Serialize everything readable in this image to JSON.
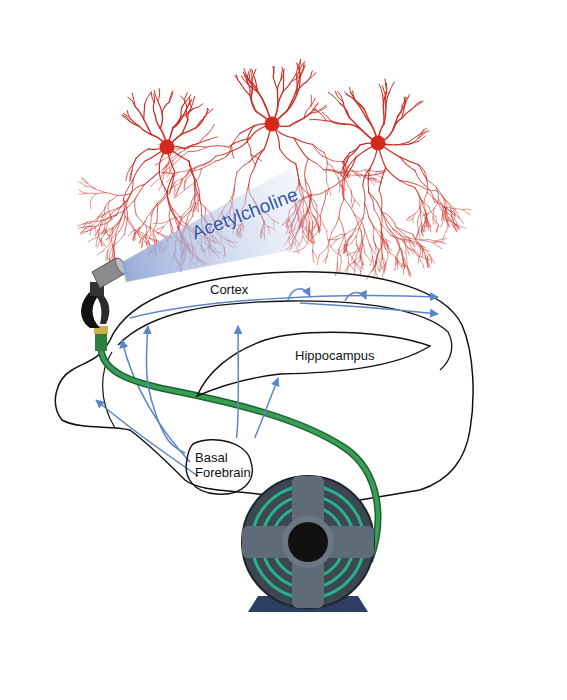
{
  "diagram": {
    "nodes": [
      {
        "text": [
          "Cortex"
        ]
      },
      {
        "text": [
          "Hippocampus"
        ]
      },
      {
        "text": [
          "Basal Forebrain"
        ]
      }
    ],
    "edges": [
      {
        "from": 2,
        "to": 0,
        "arrow": "to"
      },
      {
        "from": 2,
        "to": 0,
        "arrow": "to"
      },
      {
        "from": 2,
        "to": 1,
        "arrow": "to"
      }
    ],
    "labels": [
      "Acetylcholine"
    ]
  }
}
